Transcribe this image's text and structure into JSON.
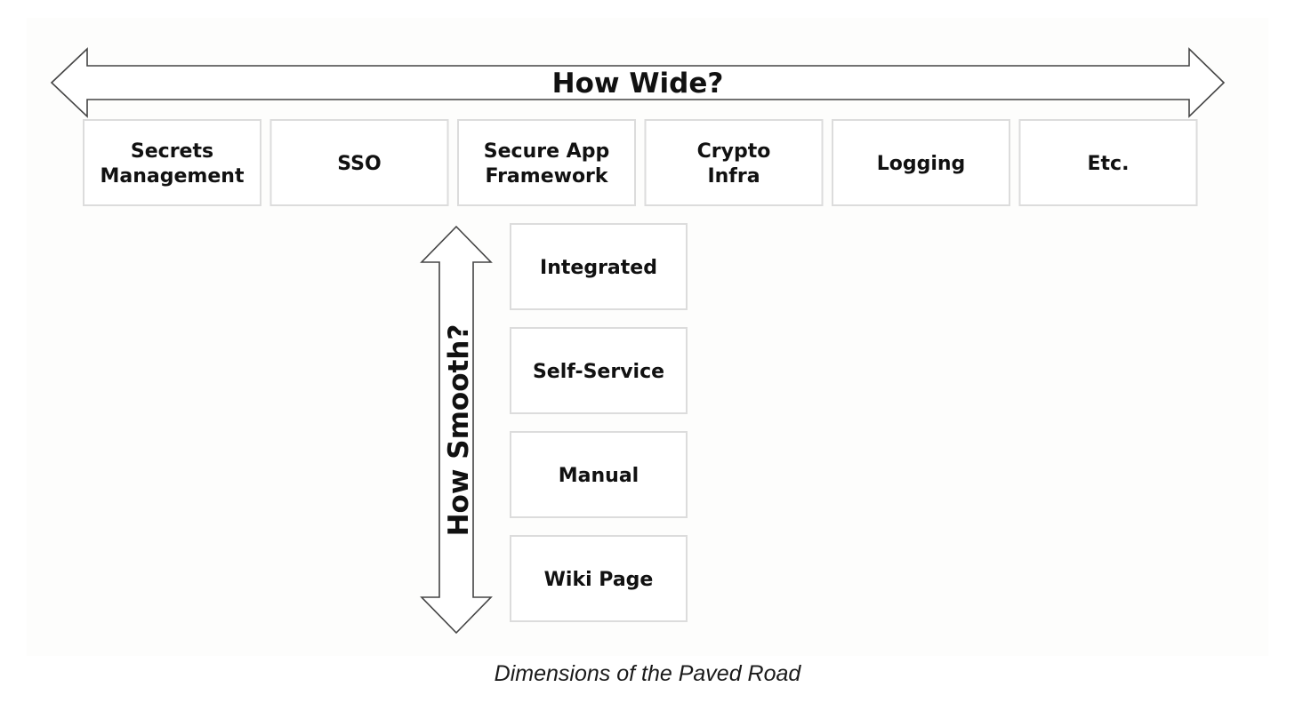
{
  "colors": {
    "background": "#ffffff",
    "panel": "#fdfdfc",
    "box_border": "#dcdcdc",
    "arrow_stroke": "#444444",
    "text": "#111111"
  },
  "horizontal_arrow": {
    "label": "How Wide?"
  },
  "vertical_arrow": {
    "label": "How Smooth?"
  },
  "width_items": [
    {
      "lines": [
        "Secrets",
        "Management"
      ]
    },
    {
      "lines": [
        "SSO"
      ]
    },
    {
      "lines": [
        "Secure App",
        "Framework"
      ]
    },
    {
      "lines": [
        "Crypto",
        "Infra"
      ]
    },
    {
      "lines": [
        "Logging"
      ]
    },
    {
      "lines": [
        "Etc."
      ]
    }
  ],
  "smooth_items": [
    {
      "label": "Integrated"
    },
    {
      "label": "Self-Service"
    },
    {
      "label": "Manual"
    },
    {
      "label": "Wiki Page"
    }
  ],
  "caption": "Dimensions of the Paved Road"
}
